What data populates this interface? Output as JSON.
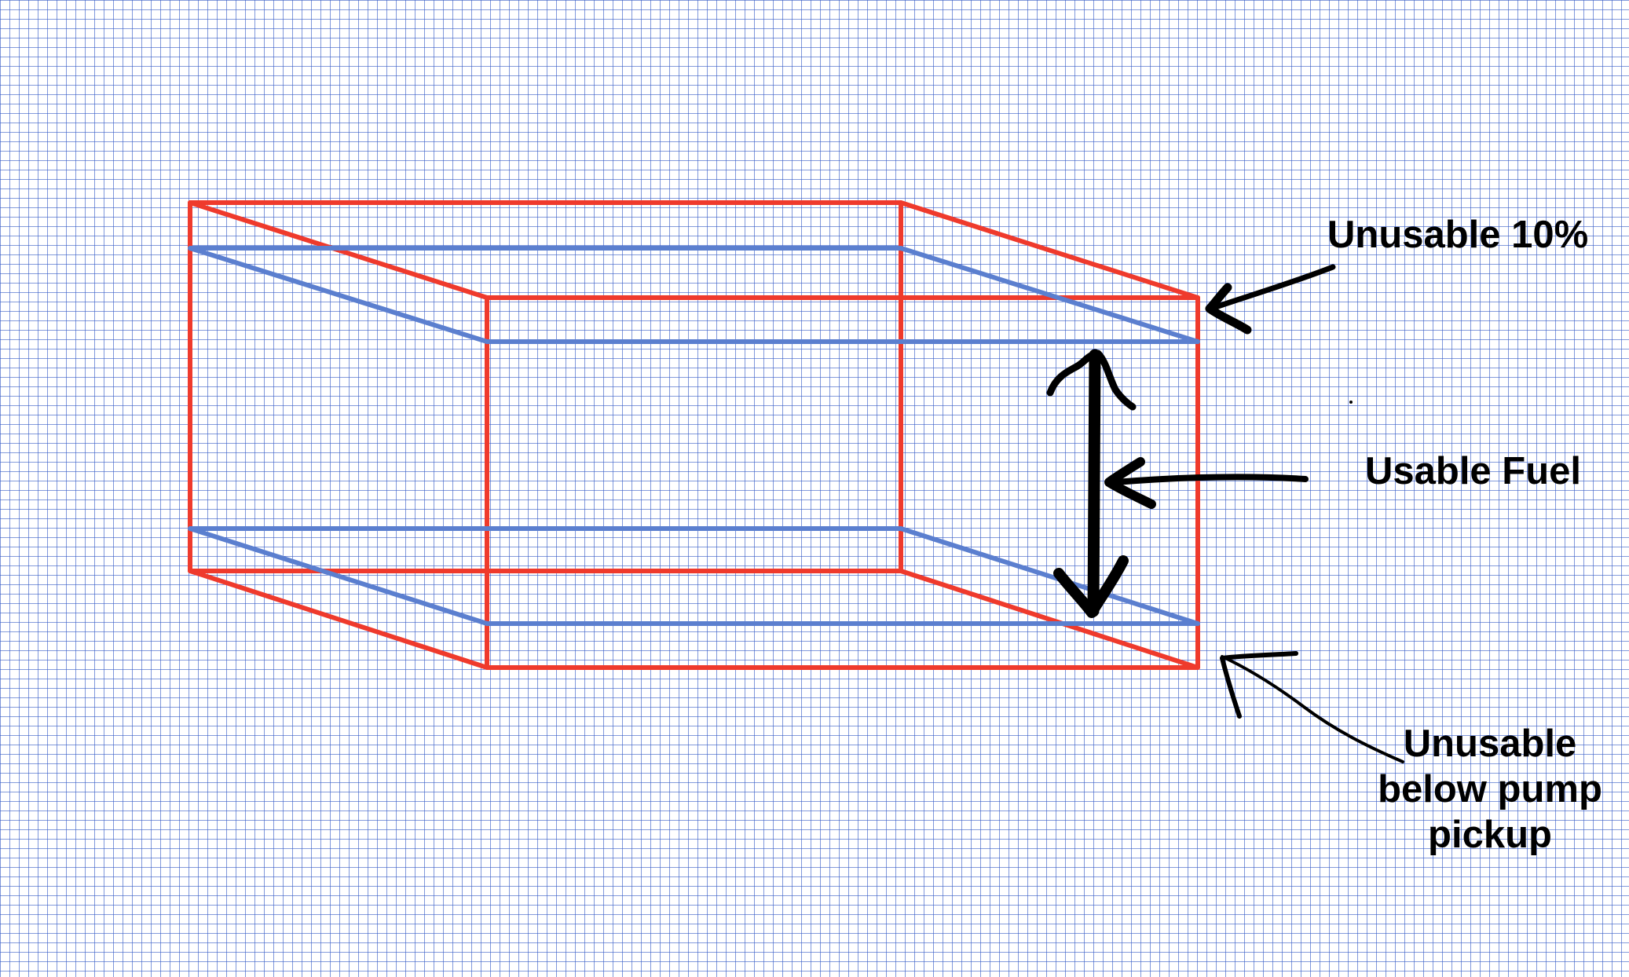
{
  "colors": {
    "paper_background": "#ffffff",
    "grid_line": "#3a5fc8",
    "tank_outline": "#ef3a2c",
    "fuel_level_line": "#5b7fcf",
    "arrow": "#000000",
    "label_text": "#000000"
  },
  "labels": {
    "unusable_top": "Unusable 10%",
    "usable_fuel": "Usable Fuel",
    "unusable_bottom_lines": [
      "Unusable",
      "below pump",
      "pickup"
    ]
  }
}
